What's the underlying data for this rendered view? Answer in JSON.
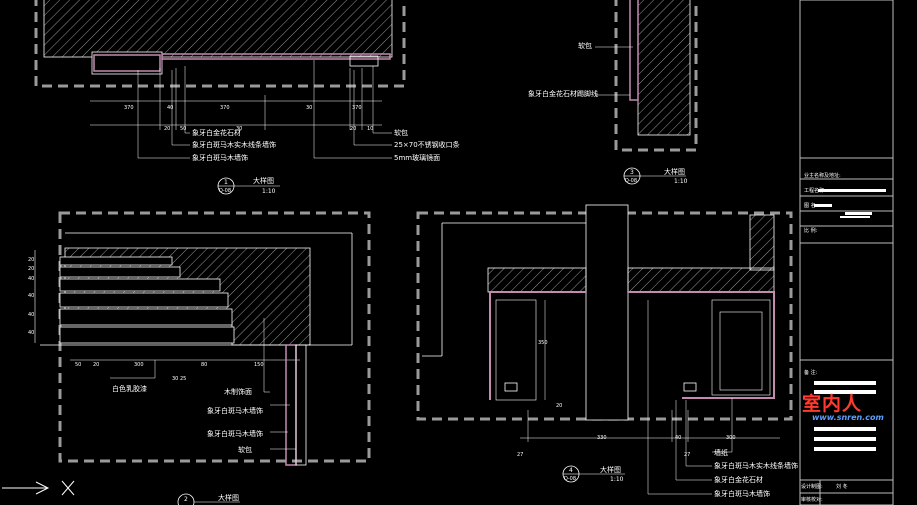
{
  "detail_a": {
    "callouts": [
      "象牙白金花石材",
      "象牙白斑马木实木线条墙饰",
      "象牙白斑马木墙饰",
      "软包",
      "25×70不锈钢收口条",
      "5mm玻璃镜面"
    ],
    "dims_top": [
      "370",
      "40",
      "370",
      "30",
      "370"
    ],
    "dims_bottom": [
      "20",
      "50",
      "30",
      "20",
      "10"
    ],
    "tag_number": "1",
    "tag_ref": "D-08",
    "title": "大样图",
    "scale": "1:10"
  },
  "detail_b": {
    "callouts": [
      "软包",
      "象牙白金花石材踢脚线"
    ],
    "tag_number": "3",
    "tag_ref": "D-08",
    "title": "大样图",
    "scale": "1:10"
  },
  "detail_c": {
    "callouts": [
      "白色乳胶漆",
      "木制饰面",
      "象牙白斑马木墙饰",
      "象牙白斑马木墙饰",
      "软包"
    ],
    "dims_bottom": [
      "50",
      "20",
      "300",
      "30 25",
      "80",
      "150"
    ],
    "dims_left": [
      "20",
      "40",
      "40",
      "40",
      "40",
      "20"
    ],
    "tag_number": "2",
    "title": "大样图"
  },
  "detail_d": {
    "callouts": [
      "墙纸",
      "象牙白斑马木实木线条墙饰",
      "象牙白金花石材",
      "象牙白斑马木墙饰"
    ],
    "dims_bottom": [
      "27",
      "330",
      "40",
      "300",
      "27"
    ],
    "dim_vertical": "350",
    "dim_vertical_small": "20",
    "tag_number": "4",
    "tag_ref": "D-08",
    "title": "大样图",
    "scale": "1:10"
  },
  "title_block": {
    "row1": "业主名称及地址:",
    "row2": "工程名称:",
    "row3": "图  名:",
    "row4": "比  例:",
    "row5": "备  注:",
    "designer": "设计制图:",
    "designer_name": "刘  冬",
    "checker": "审核校对:"
  },
  "watermark": {
    "main": "室内人",
    "sub": "www.snren.com",
    "color_main": "#ff3b2f",
    "color_sub": "#5aa0ff"
  },
  "ucs_icon": "ucs-axis-icon",
  "colors": {
    "frame": "#9a9a9a",
    "line": "#ffffff",
    "finish": "#c48ab0",
    "hatch": "#bdbdbd"
  }
}
